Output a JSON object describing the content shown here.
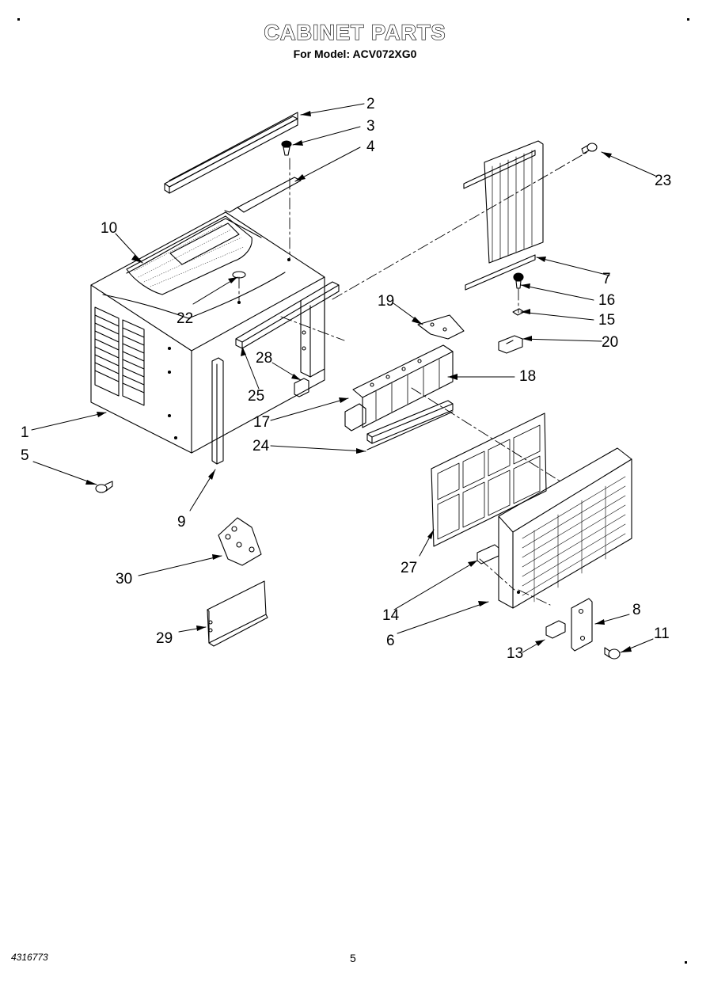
{
  "header": {
    "title": "CABINET PARTS",
    "subtitle": "For Model: ACV072XG0"
  },
  "footer": {
    "doc_number": "4316773",
    "page_number": "5"
  },
  "callouts": [
    "1",
    "2",
    "3",
    "4",
    "5",
    "6",
    "7",
    "8",
    "9",
    "10",
    "11",
    "13",
    "14",
    "15",
    "16",
    "17",
    "18",
    "19",
    "20",
    "22",
    "23",
    "24",
    "25",
    "27",
    "28",
    "29",
    "30"
  ]
}
